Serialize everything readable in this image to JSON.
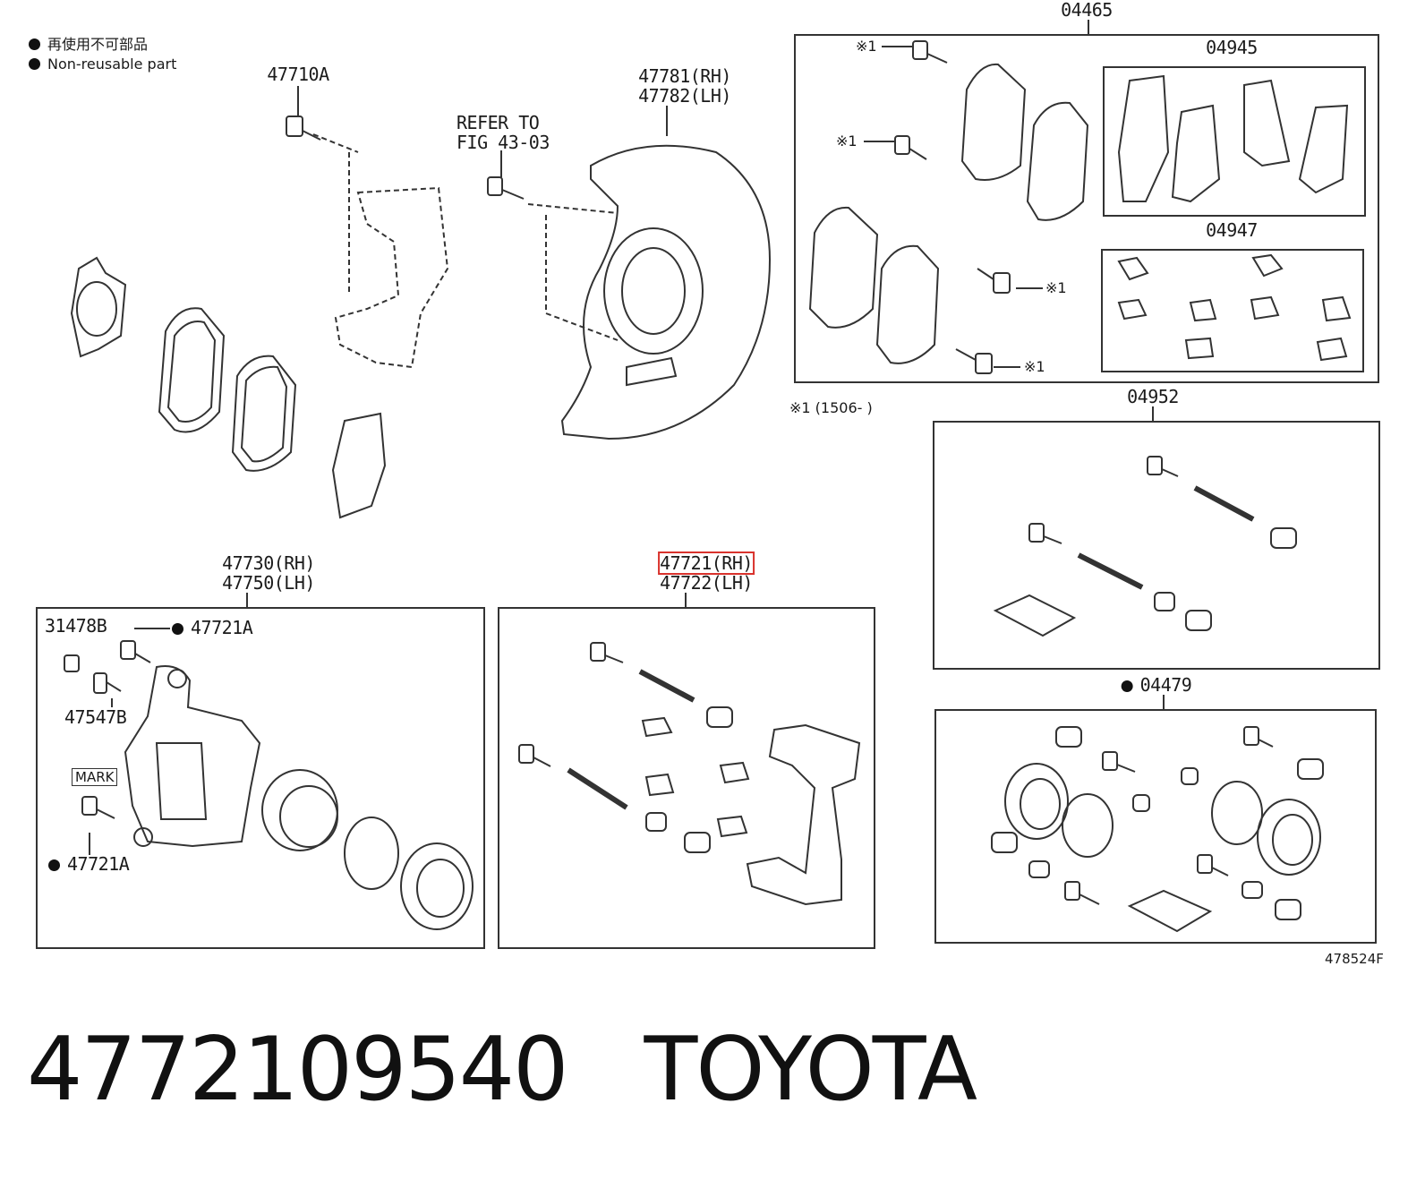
{
  "legend": {
    "jp_label": "再使用不可部品",
    "en_label": "Non-reusable part"
  },
  "labels": {
    "p47710A": "47710A",
    "refer_line1": "REFER TO",
    "refer_line2": "FIG 43-03",
    "p47781": "47781(RH)",
    "p47782": "47782(LH)",
    "p04465": "04465",
    "p04945": "04945",
    "p04947": "04947",
    "mark1_a": "※1",
    "mark1_b": "※1",
    "mark1_c": "※1",
    "mark1_d": "※1",
    "footnote": "※1 (1506-      )",
    "p04952": "04952",
    "p47730": "47730(RH)",
    "p47750": "47750(LH)",
    "p47721": "47721(RH)",
    "p47722": "47722(LH)",
    "p31478B": "31478B",
    "p47721A_top": "47721A",
    "p47547B": "47547B",
    "mark": "MARK",
    "p47721A_bottom": "47721A",
    "p04479": "04479",
    "figure_code": "478524F"
  },
  "footer": {
    "part_number": "4772109540",
    "brand": "TOYOTA"
  },
  "colors": {
    "highlight": "#d9322c",
    "line": "#333333"
  }
}
